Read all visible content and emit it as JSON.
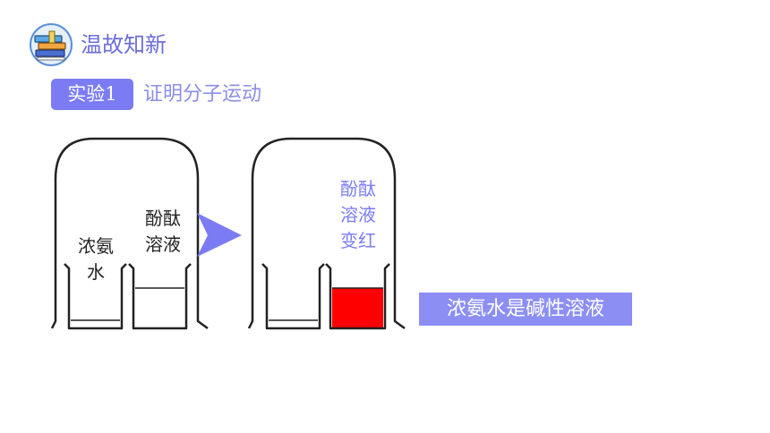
{
  "header": {
    "title": "温故知新",
    "logo_icon": "book-stack-icon"
  },
  "experiment": {
    "tag": "实验1",
    "title": "证明分子运动"
  },
  "diagram": {
    "before": {
      "left_beaker_label": "浓氨\n水",
      "right_beaker_label": "酚酞\n溶液"
    },
    "arrow_icon": "arrow-right-icon",
    "after": {
      "right_beaker_label": "酚酞\n溶液\n变红",
      "liquid_color": "#ff0000"
    },
    "accent_color": "#7b7cf4"
  },
  "conclusion": "浓氨水是碱性溶液"
}
